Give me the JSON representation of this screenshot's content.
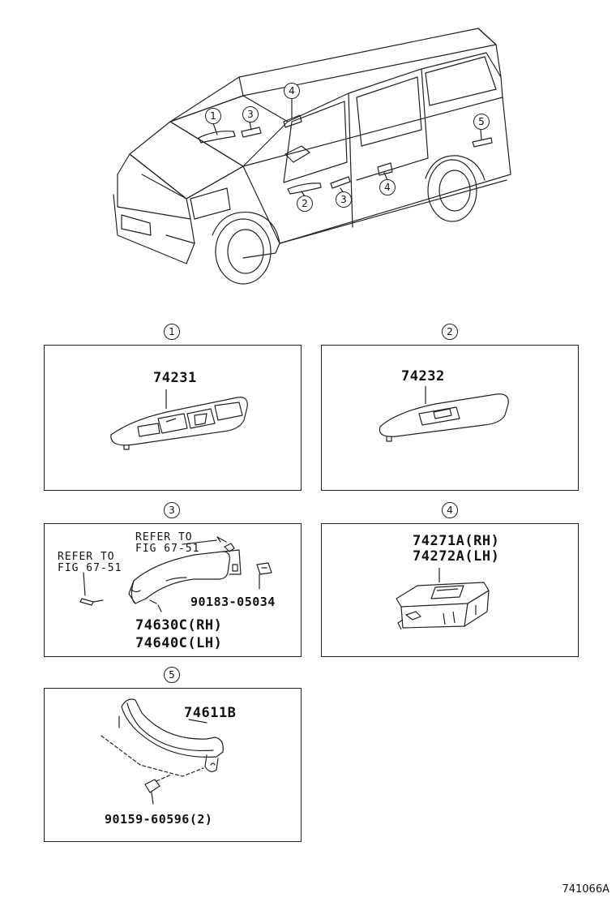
{
  "overview": {
    "callouts": [
      "1",
      "3",
      "4",
      "5",
      "2",
      "3",
      "4"
    ]
  },
  "sections": [
    {
      "number": "1",
      "parts": [
        "74231"
      ]
    },
    {
      "number": "2",
      "parts": [
        "74232"
      ]
    },
    {
      "number": "3",
      "parts": [
        "74630C(RH)",
        "74640C(LH)",
        "90183-05034"
      ],
      "refs": [
        {
          "line1": "REFER TO",
          "line2": "FIG 67-51"
        },
        {
          "line1": "REFER TO",
          "line2": "FIG 67-51"
        }
      ]
    },
    {
      "number": "4",
      "parts": [
        "74271A(RH)",
        "74272A(LH)"
      ]
    },
    {
      "number": "5",
      "parts": [
        "74611B",
        "90159-60596(2)"
      ]
    }
  ],
  "figure_code": "741066A"
}
